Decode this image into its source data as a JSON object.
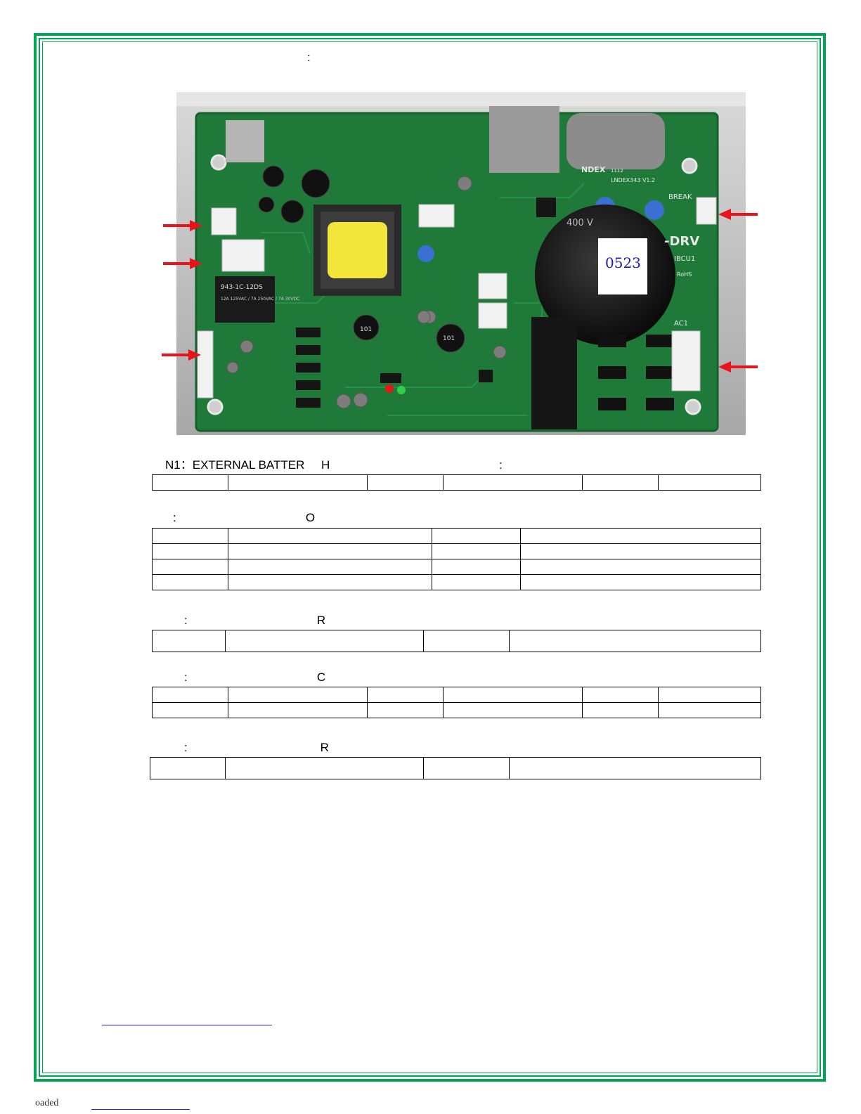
{
  "page": {
    "top_colon": ":",
    "footer_prefix": "oaded",
    "link_color": "#1a1aff",
    "frame_color": "#00a651"
  },
  "photo": {
    "labels": {
      "relay_model": "943-1C-12DS",
      "relay_ratings": "12A 125VAC / 7A 250VAC / 7A 30VDC",
      "brand": "NDEX",
      "board_code": "1112",
      "board_model": "LNDEX343 V1.2",
      "connector_break": "BREAK",
      "board_name": "-DRV",
      "board_sub": "IBCU1",
      "rohs": "RoHS",
      "ac_connector": "AC1",
      "cap_rating": "400 V",
      "handwritten": "0523",
      "inductor_a": "101",
      "inductor_b": "101"
    }
  },
  "sections": [
    {
      "text": "N1：EXTERNAL BATTER     H                                                   :"
    },
    {
      "text": ":                                       O"
    },
    {
      "text": ":                                       R"
    },
    {
      "text": ":                                       C"
    },
    {
      "text": ":                                        R"
    }
  ],
  "tables": {
    "t1": [
      [
        "",
        "",
        "",
        "",
        "",
        ""
      ]
    ],
    "t2": [
      [
        "",
        "",
        "",
        ""
      ],
      [
        "",
        "",
        "",
        ""
      ],
      [
        "",
        "",
        "",
        ""
      ],
      [
        "",
        "",
        "",
        ""
      ]
    ],
    "t3": [
      [
        "",
        "",
        "",
        ""
      ]
    ],
    "t4": [
      [
        "",
        "",
        "",
        "",
        "",
        ""
      ],
      [
        "",
        "",
        "",
        "",
        "",
        ""
      ]
    ],
    "t5": [
      [
        "",
        "",
        "",
        ""
      ]
    ]
  }
}
